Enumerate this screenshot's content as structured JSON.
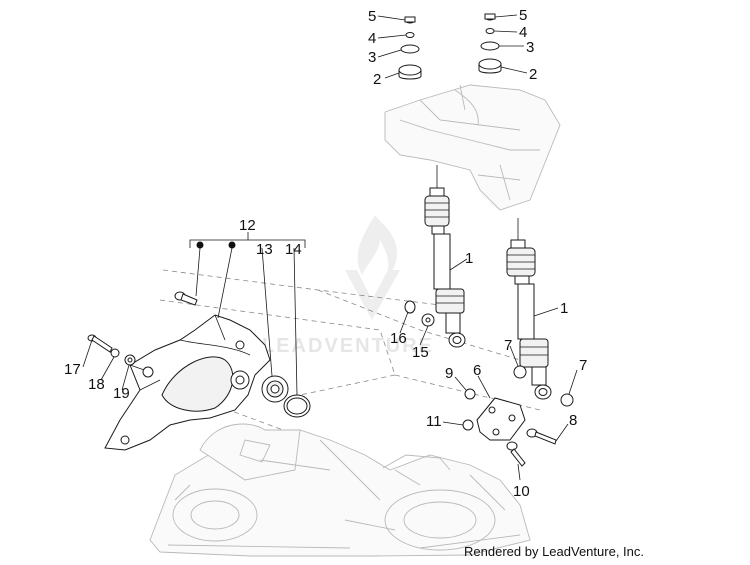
{
  "callouts": [
    {
      "id": "c1a",
      "label": "1"
    },
    {
      "id": "c1b",
      "label": "1"
    },
    {
      "id": "c2a",
      "label": "2"
    },
    {
      "id": "c2b",
      "label": "2"
    },
    {
      "id": "c3a",
      "label": "3"
    },
    {
      "id": "c3b",
      "label": "3"
    },
    {
      "id": "c4a",
      "label": "4"
    },
    {
      "id": "c4b",
      "label": "4"
    },
    {
      "id": "c5a",
      "label": "5"
    },
    {
      "id": "c5b",
      "label": "5"
    },
    {
      "id": "c6",
      "label": "6"
    },
    {
      "id": "c7a",
      "label": "7"
    },
    {
      "id": "c7b",
      "label": "7"
    },
    {
      "id": "c8",
      "label": "8"
    },
    {
      "id": "c9",
      "label": "9"
    },
    {
      "id": "c10",
      "label": "10"
    },
    {
      "id": "c11",
      "label": "11"
    },
    {
      "id": "c12",
      "label": "12"
    },
    {
      "id": "c13",
      "label": "13"
    },
    {
      "id": "c14",
      "label": "14"
    },
    {
      "id": "c15",
      "label": "15"
    },
    {
      "id": "c16",
      "label": "16"
    },
    {
      "id": "c17",
      "label": "17"
    },
    {
      "id": "c18",
      "label": "18"
    },
    {
      "id": "c19",
      "label": "19"
    }
  ],
  "watermark": {
    "text": "LEADVENTURE"
  },
  "footer": {
    "credit": "Rendered by LeadVenture, Inc."
  }
}
